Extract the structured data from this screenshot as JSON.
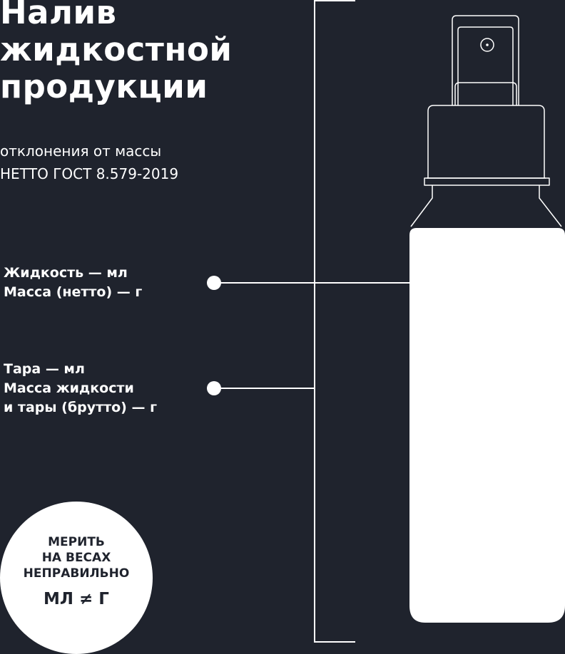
{
  "title_lines": [
    "Налив",
    "жидкостной",
    "продукции"
  ],
  "subtitle_lines": [
    "отклонения от массы",
    "НЕТТО ГОСТ 8.579-2019"
  ],
  "liquid_labels": [
    "Жидкость  — мл",
    "Масса (нетто)  — г"
  ],
  "tare_labels": [
    "Тара  — мл",
    "Масса жидкости",
    "и тары (брутто)  — г"
  ],
  "badge": {
    "lines": [
      "МЕРИТЬ",
      "НА ВЕСАХ",
      "НЕПРАВИЛЬНО"
    ],
    "formula": "МЛ ≠ Г"
  },
  "colors": {
    "background": "#1f232d",
    "foreground": "#ffffff"
  },
  "icons": [
    "bottle-illustration",
    "spray-nozzle-icon"
  ]
}
